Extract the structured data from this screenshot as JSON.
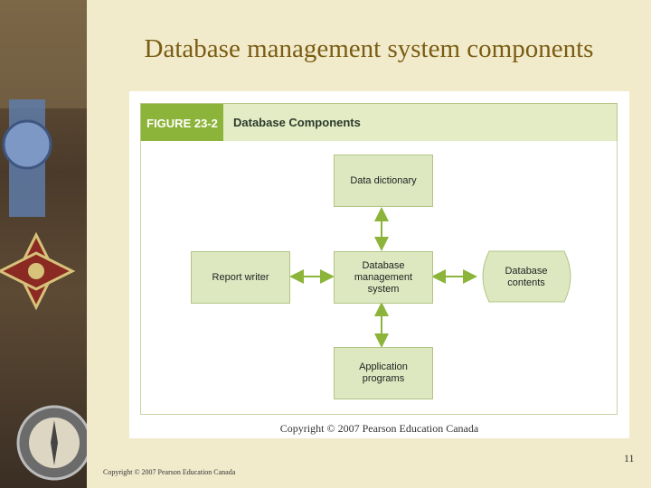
{
  "slide": {
    "title": "Database management system components",
    "page_number": "11",
    "footer_copyright": "Copyright © 2007 Pearson Education Canada"
  },
  "figure": {
    "number": "FIGURE 23-2",
    "title": "Database Components",
    "copyright": "Copyright © 2007 Pearson Education Canada",
    "nodes": {
      "data_dictionary": "Data dictionary",
      "dbms": "Database\nmanagement\nsystem",
      "report_writer": "Report writer",
      "database_contents": "Database\ncontents",
      "application_programs": "Application\nprograms"
    },
    "edges": [
      {
        "from": "data_dictionary",
        "to": "dbms",
        "direction": "both"
      },
      {
        "from": "report_writer",
        "to": "dbms",
        "direction": "both"
      },
      {
        "from": "dbms",
        "to": "database_contents",
        "direction": "both"
      },
      {
        "from": "dbms",
        "to": "application_programs",
        "direction": "both"
      }
    ]
  },
  "colors": {
    "accent_green": "#8db43a",
    "node_fill": "#dde8c0",
    "arrow": "#8db43a",
    "title_gold": "#7a5c12"
  }
}
